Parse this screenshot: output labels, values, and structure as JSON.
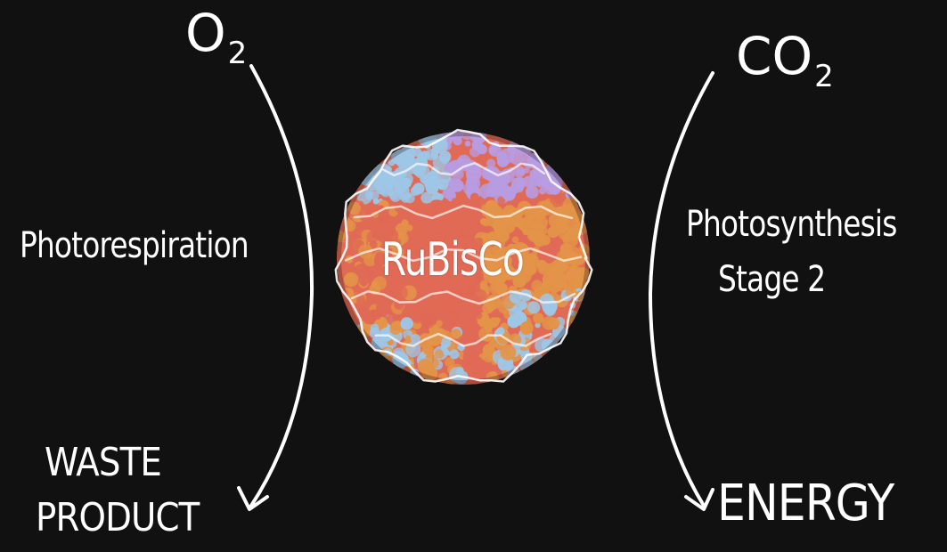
{
  "background_color": "#111111",
  "ink_color": "#ffffff",
  "left": {
    "molecule_symbol": "O",
    "molecule_subscript": "2",
    "process_label": "Photorespiration",
    "outcome_line1": "WASTE",
    "outcome_line2": "PRODUCT"
  },
  "right": {
    "molecule_symbol": "CO",
    "molecule_subscript": "2",
    "process_line1": "Photosynthesis",
    "process_line2": "Stage 2",
    "outcome": "ENERGY"
  },
  "center": {
    "enzyme_label": "RuBisCo",
    "protein_colors": {
      "red": "#e06a55",
      "orange": "#e39448",
      "blue": "#9ec6e6",
      "purple": "#b89ce2"
    }
  },
  "icons": {
    "left_arc": "curved-arrow-down-left",
    "right_arc": "curved-arrow-down-right",
    "enzyme": "protein-molecule-icon"
  }
}
